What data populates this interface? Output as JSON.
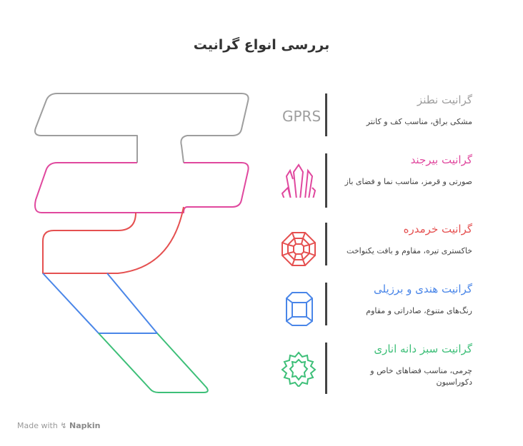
{
  "title": "بررسی انواع گرانیت",
  "items": [
    {
      "title": "گرانیت نطنز",
      "desc": "مشکی براق، مناسب کف و کانتر",
      "icon": "gprs-text-icon",
      "icon_text": "GPRS",
      "color": "#9e9e9e"
    },
    {
      "title": "گرانیت بیرجند",
      "desc": "صورتی و قرمز، مناسب نما و فضای باز",
      "icon": "crystals-icon",
      "color": "#e0489e"
    },
    {
      "title": "گرانیت خرمدره",
      "desc": "خاکستری تیره، مقاوم و بافت یکنواخت",
      "icon": "gem-octagon-icon",
      "color": "#e55050"
    },
    {
      "title": "گرانیت هندی و برزیلی",
      "desc": "رنگ‌های متنوع، صادراتی و مقاوم",
      "icon": "hex-prism-icon",
      "color": "#4a86e8"
    },
    {
      "title": "گرانیت سبز دانه اناری",
      "desc": "چرمی، مناسب فضاهای خاص و دکوراسیون",
      "icon": "starburst-icon",
      "color": "#3dbf78"
    }
  ],
  "footer": {
    "prefix": "Made with",
    "brand": "Napkin"
  }
}
